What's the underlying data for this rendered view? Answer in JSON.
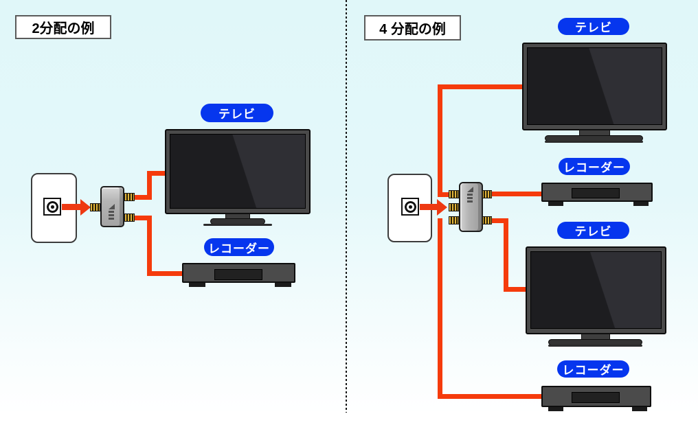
{
  "left": {
    "title": "2分配の例",
    "labels": {
      "tv": "テレビ",
      "recorder": "レコーダー"
    }
  },
  "right": {
    "title": "4 分配の例",
    "labels": {
      "tv_top": "テレビ",
      "recorder_top": "レコーダー",
      "tv_bottom": "テレビ",
      "recorder_bottom": "レコーダー"
    }
  },
  "colors": {
    "background_top": "#e0f7f9",
    "background_bottom": "#ffffff",
    "cable_red": "#f53b0c",
    "device_label_blue": "#0636ee",
    "device_label_text": "#ffffff",
    "splitter_gray": "#b5b5b5",
    "connector_gold": "#e3b63c",
    "tv_frame_gray": "#4a4a4a",
    "screen_black": "#1e1e1e"
  }
}
